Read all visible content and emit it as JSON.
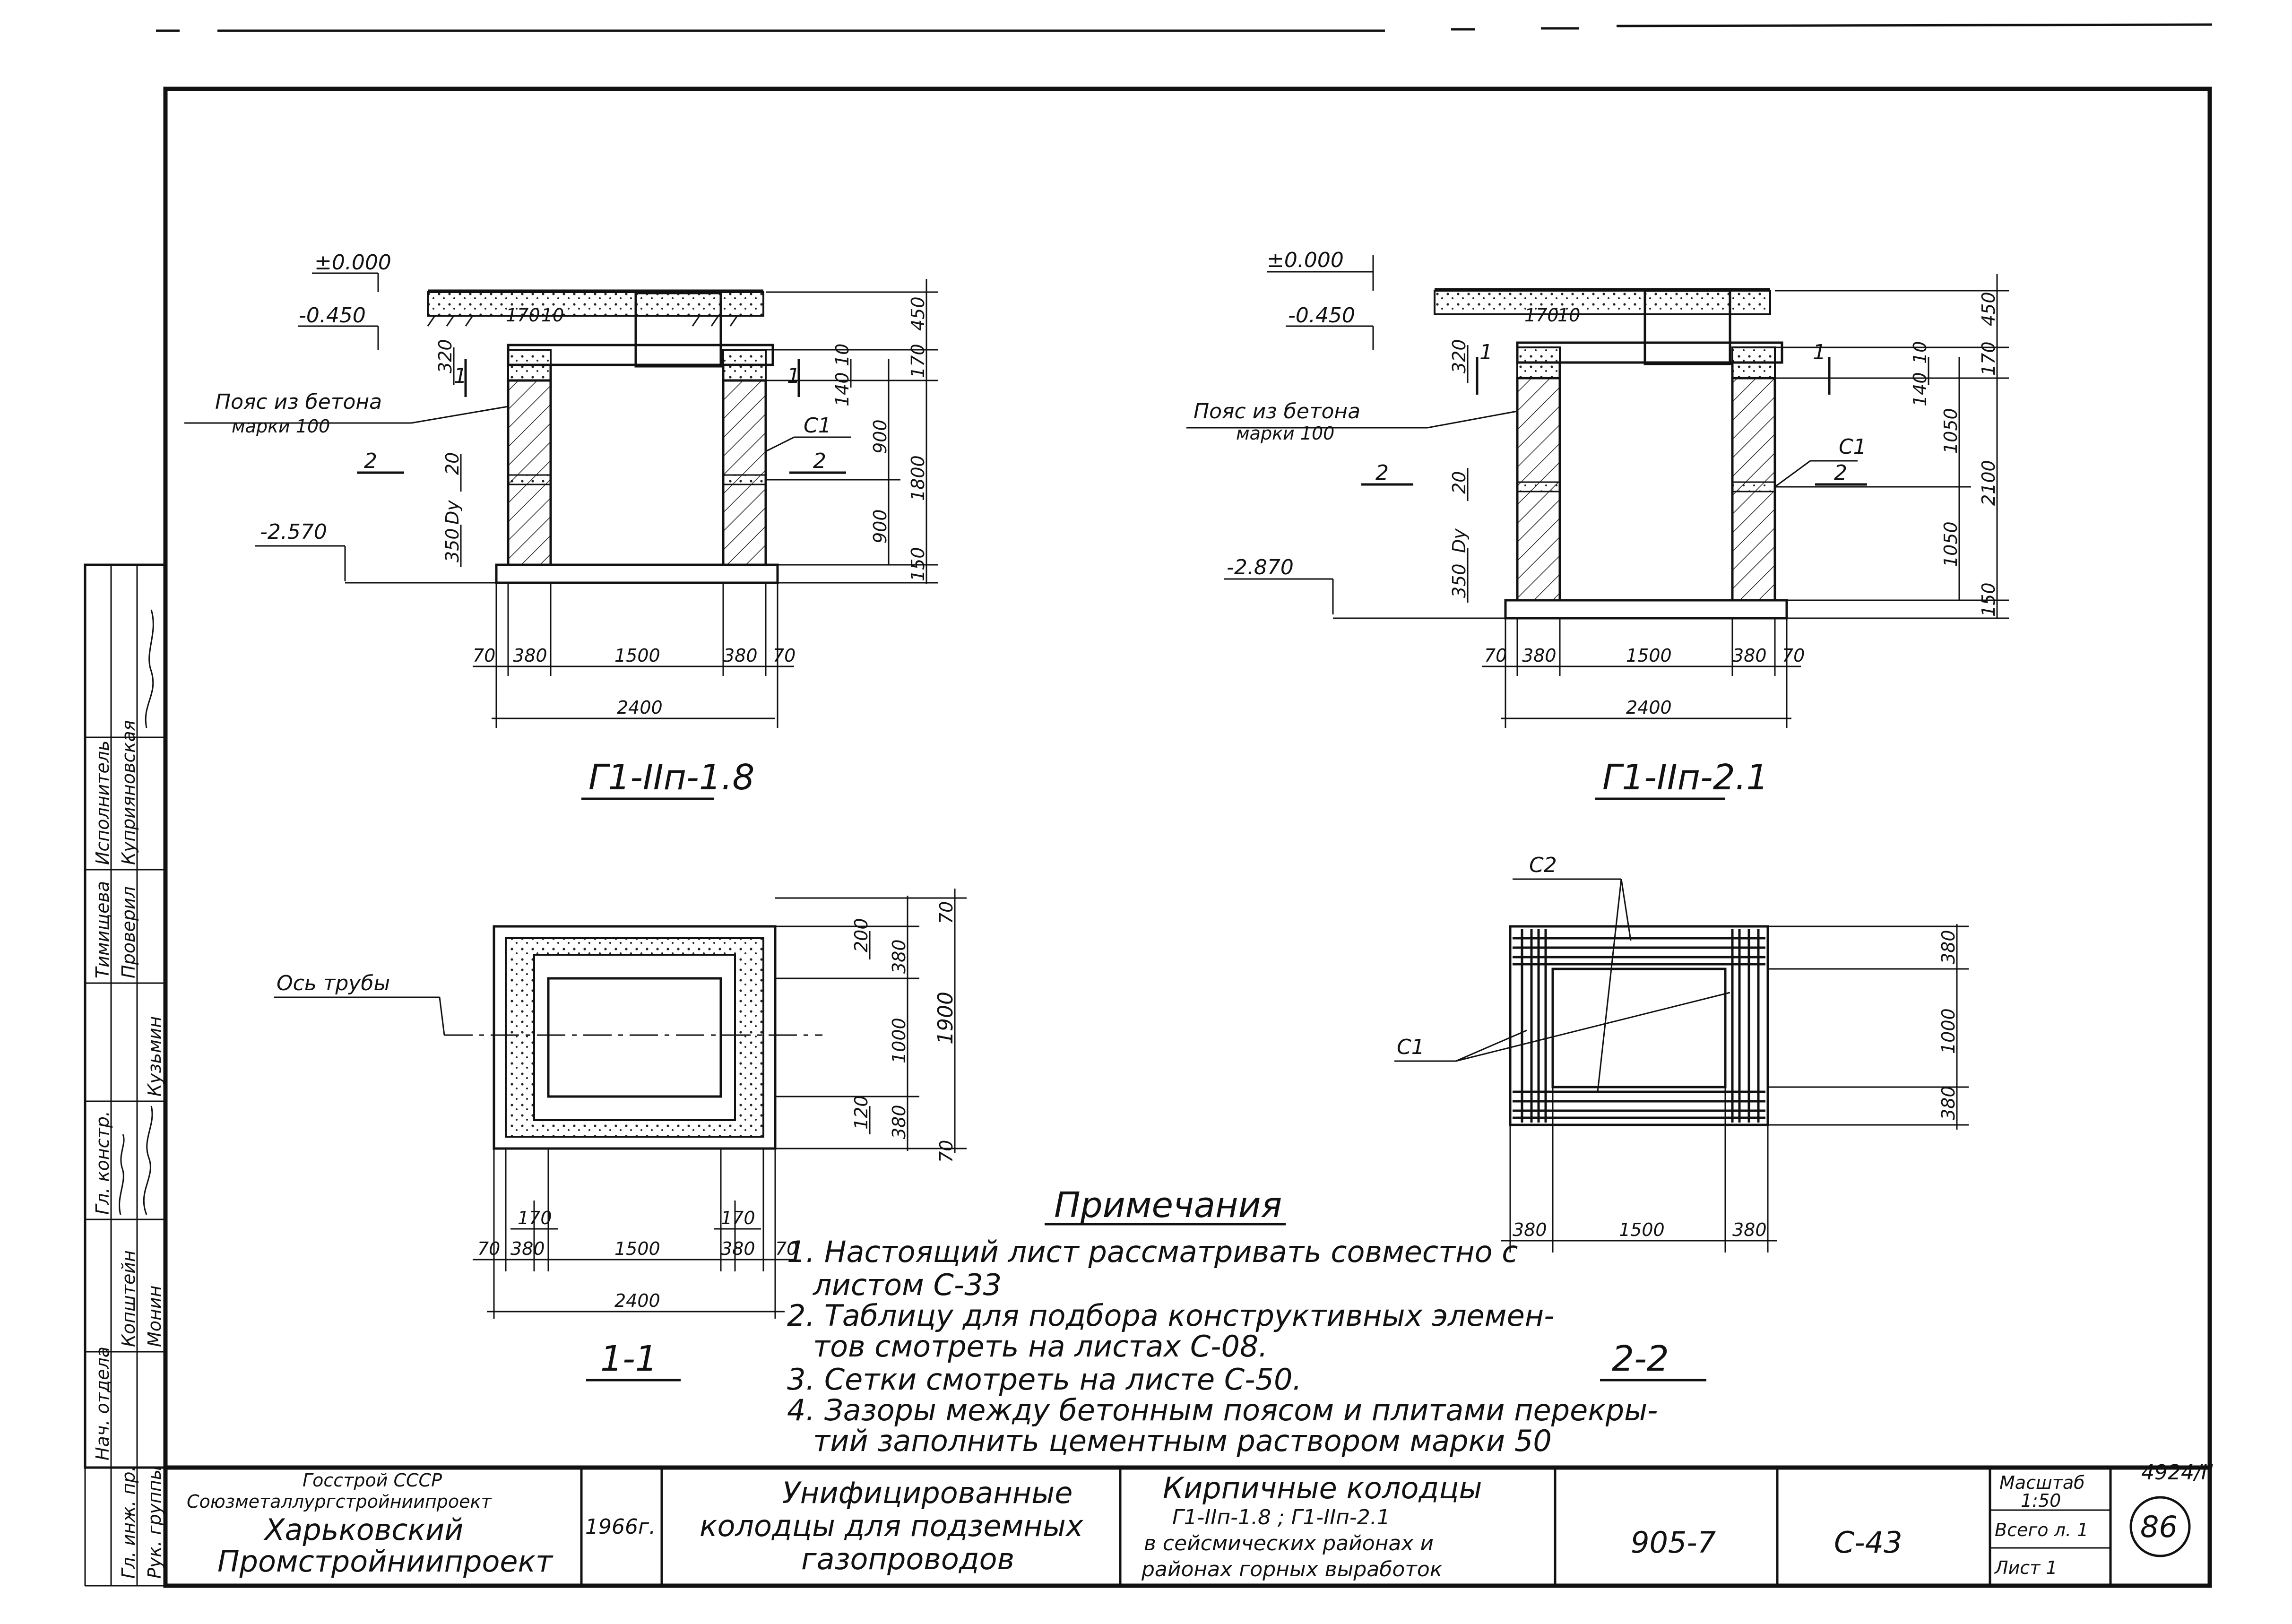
{
  "sheet_number": "4924/II",
  "page_number": "86",
  "notes": {
    "heading": "Примечания",
    "items": [
      "1. Настоящий лист рассматривать совместно с",
      "листом С-33",
      "2. Таблицу для подбора конструктивных элемен-",
      "тов смотреть на листах С-08.",
      "3. Сетки смотреть на листе С-50.",
      "4. Зазоры между бетонным поясом и плитами перекры-",
      "тий заполнить цементным раствором марки 50"
    ]
  },
  "drawing_left": {
    "caption": "Г1-IIп-1.8",
    "levels": [
      "±0.000",
      "-0.450",
      "-2.570"
    ],
    "belt_label": [
      "Пояс из бетона",
      "марки 100"
    ],
    "section_marks": [
      "1",
      "1",
      "2",
      "2"
    ],
    "mesh_label": "С1",
    "dims_top": [
      "170",
      "10"
    ],
    "dims_left": [
      "320",
      "20",
      "350",
      "Dу"
    ],
    "dims_right": [
      "450",
      "170",
      "10",
      "140",
      "900",
      "1800",
      "900",
      "150"
    ],
    "dims_bottom": [
      "70",
      "380",
      "1500",
      "380",
      "70"
    ],
    "dim_total": "2400"
  },
  "drawing_right": {
    "caption": "Г1-IIп-2.1",
    "levels": [
      "±0.000",
      "-0.450",
      "-2.870"
    ],
    "belt_label": [
      "Пояс из бетона",
      "марки 100"
    ],
    "section_marks": [
      "1",
      "1",
      "2",
      "2"
    ],
    "mesh_label": "С1",
    "dims_top": [
      "170",
      "10"
    ],
    "dims_left": [
      "320",
      "20",
      "350",
      "Dу"
    ],
    "dims_right": [
      "450",
      "170",
      "10",
      "140",
      "1050",
      "2100",
      "1050",
      "150"
    ],
    "dims_bottom": [
      "70",
      "380",
      "1500",
      "380",
      "70"
    ],
    "dim_total": "2400"
  },
  "section_1_1": {
    "caption": "1-1",
    "axis_label": "Ось трубы",
    "dims_right": [
      "70",
      "200",
      "380",
      "1000",
      "1900",
      "120",
      "380",
      "70"
    ],
    "dims_top_inner": [
      "170",
      "170"
    ],
    "dims_bottom": [
      "70",
      "380",
      "1500",
      "380",
      "70"
    ],
    "dim_total": "2400"
  },
  "section_2_2": {
    "caption": "2-2",
    "labels": [
      "С2",
      "С1"
    ],
    "dims_right": [
      "380",
      "1000",
      "380"
    ],
    "dims_bottom": [
      "380",
      "1500",
      "380"
    ]
  },
  "side_stamp": {
    "roles": [
      "Гл. инж. пр.",
      "Рук. группы",
      "Нач. отдела",
      "Гл. констр.",
      "Проверил",
      "Исполнитель"
    ],
    "names": [
      "Копштейн",
      "Монин",
      "Кузьмин",
      "Куприяновская",
      "Тимищева"
    ]
  },
  "title_block": {
    "org_1": "Госстрой СССР",
    "org_2": "Союзметаллургстройниипроект",
    "org_3": "Харьковский",
    "org_4": "Промстройниипроект",
    "year": "1966г.",
    "project_1": "Унифицированные",
    "project_2": "колодцы для подземных",
    "project_3": "газопроводов",
    "sheet_title_1": "Кирпичные колодцы",
    "sheet_title_2": "Г1-IIп-1.8 ; Г1-IIп-2.1",
    "sheet_title_3": "в сейсмических районах и",
    "sheet_title_4": "районах горных выработок",
    "series": "905-7",
    "sheet_code": "С-43",
    "scale_label": "Масштаб",
    "scale_value": "1:50",
    "total_sheets": "Всего л. 1",
    "sheet": "Лист 1"
  }
}
